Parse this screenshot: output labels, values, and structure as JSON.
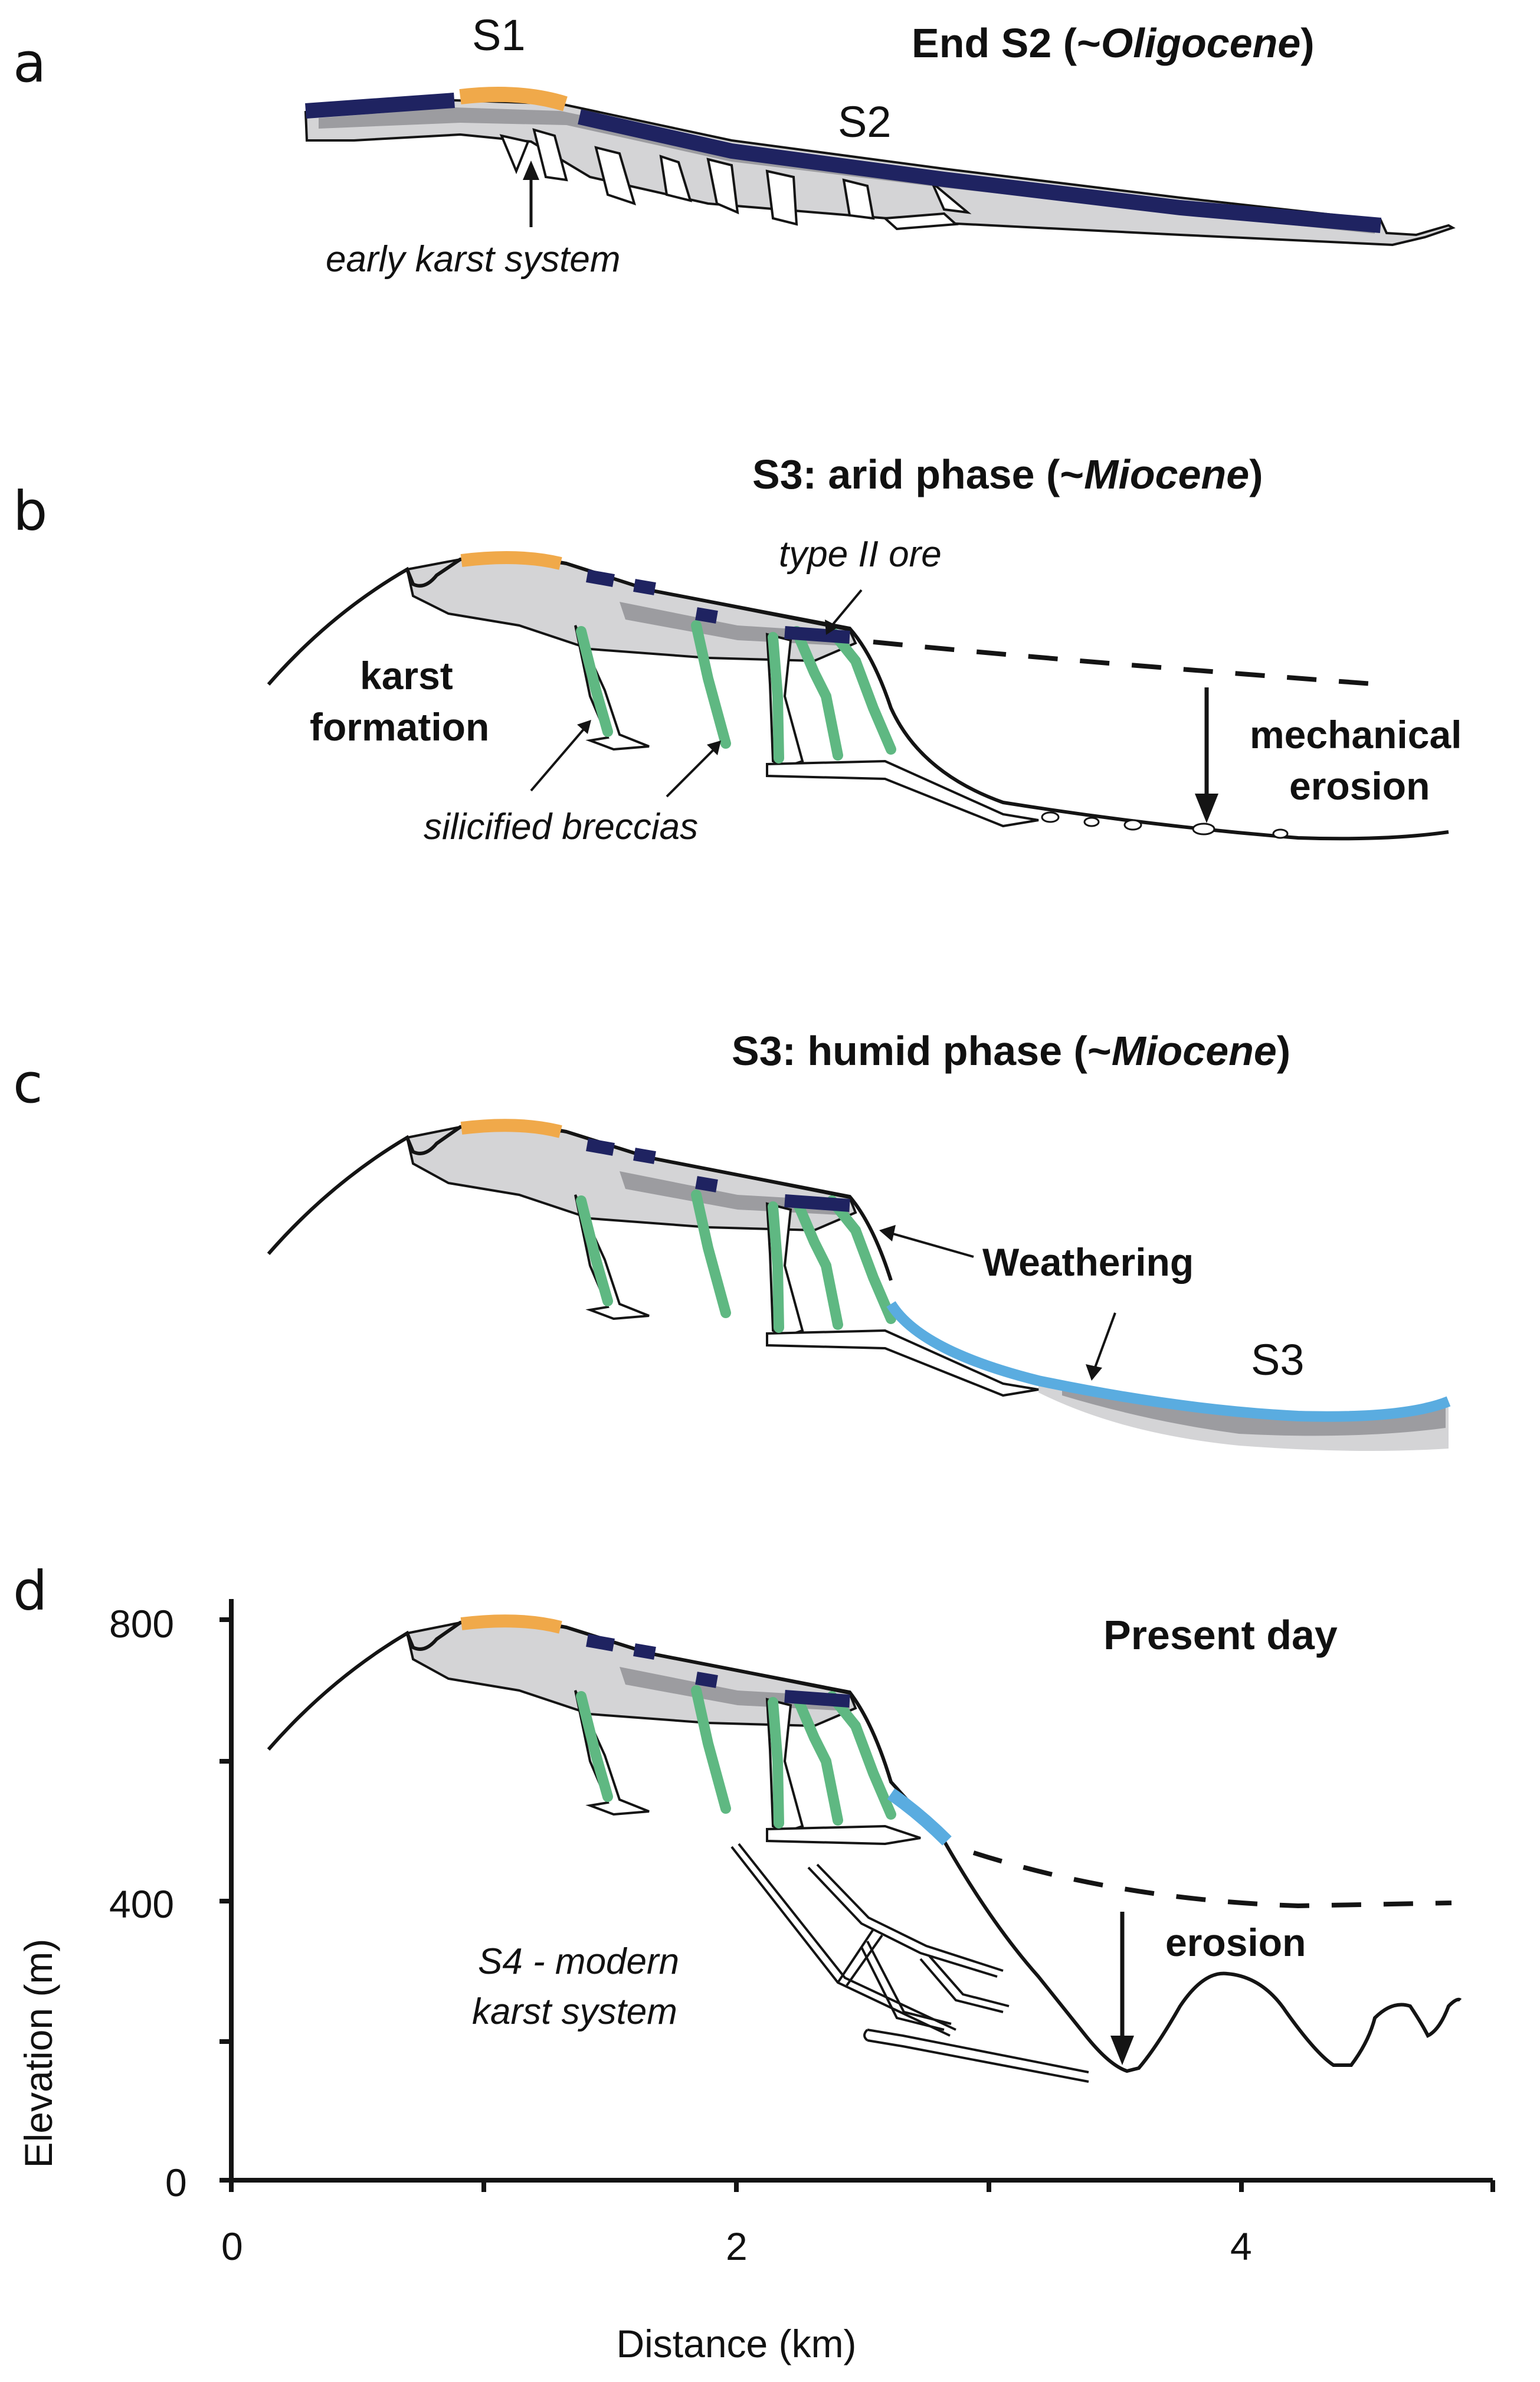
{
  "colors": {
    "s1_surface": "#f0a94a",
    "s2_surface": "#1f2361",
    "s3_surface": "#5aace0",
    "breccia": "#5fb882",
    "host_rock_light": "#d4d4d6",
    "host_rock_dark": "#9c9ca0",
    "outline": "#141414"
  },
  "panels": [
    {
      "letter": "a",
      "title_prefix": "End S2 (~",
      "title_epoch": "Oligocene",
      "title_suffix": ")",
      "labels": {
        "s1": "S1",
        "s2": "S2",
        "karst": "early karst system"
      }
    },
    {
      "letter": "b",
      "title_prefix": "S3: arid phase (~",
      "title_epoch": "Miocene",
      "title_suffix": ")",
      "labels": {
        "ore": "type II ore",
        "karst_formation_1": "karst",
        "karst_formation_2": "formation",
        "breccias": "silicified breccias",
        "erosion_1": "mechanical",
        "erosion_2": "erosion"
      }
    },
    {
      "letter": "c",
      "title_prefix": "S3: humid phase (~",
      "title_epoch": "Miocene",
      "title_suffix": ")",
      "labels": {
        "weathering": "Weathering",
        "s3": "S3"
      }
    },
    {
      "letter": "d",
      "title": "Present day",
      "labels": {
        "erosion": "erosion",
        "karst_1": "S4 - modern",
        "karst_2": "karst system"
      }
    }
  ],
  "axes": {
    "ylabel": "Elevation (m)",
    "xlabel": "Distance (km)",
    "yticks": [
      "0",
      "400",
      "800"
    ],
    "xticks": [
      "0",
      "2",
      "4"
    ]
  }
}
